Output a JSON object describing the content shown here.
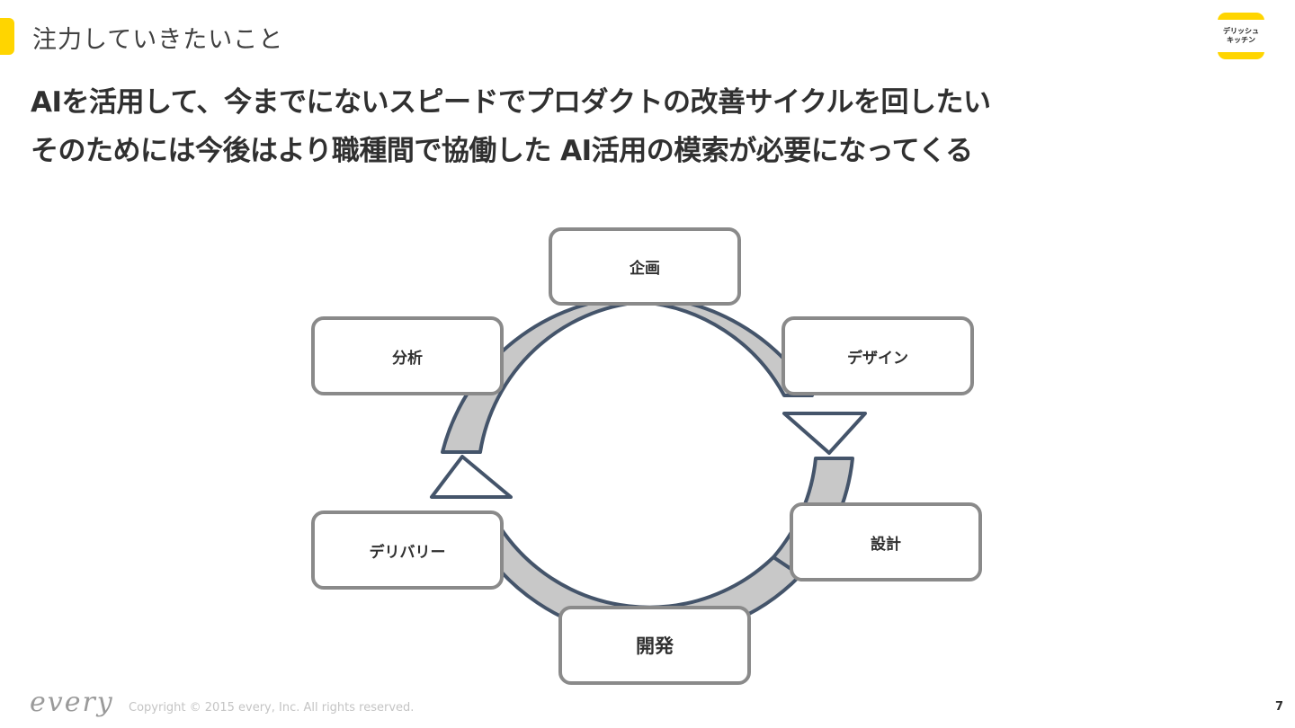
{
  "header": {
    "section_title": "注力していきたいこと",
    "logo_line1": "デリッシュ",
    "logo_line2": "キッチン",
    "accent_color": "#ffd500"
  },
  "headline": {
    "line1": "AIを活用して、今までにないスピードでプロダクトの改善サイクルを回したい",
    "line2": "そのためには今後はより職種間で協働した  AI活用の模索が必要になってくる"
  },
  "cycle": {
    "nodes": {
      "planning": "企画",
      "design": "デザイン",
      "architecture": "設計",
      "development": "開発",
      "delivery": "デリバリー",
      "analysis": "分析"
    },
    "arrow_color": "#44546a",
    "arrow_fill": "#c8c8c8",
    "box_border_color": "#8a8a8a"
  },
  "footer": {
    "brand": "every",
    "copyright": "Copyright © 2015 every, Inc. All rights reserved.",
    "page_number": "7"
  }
}
